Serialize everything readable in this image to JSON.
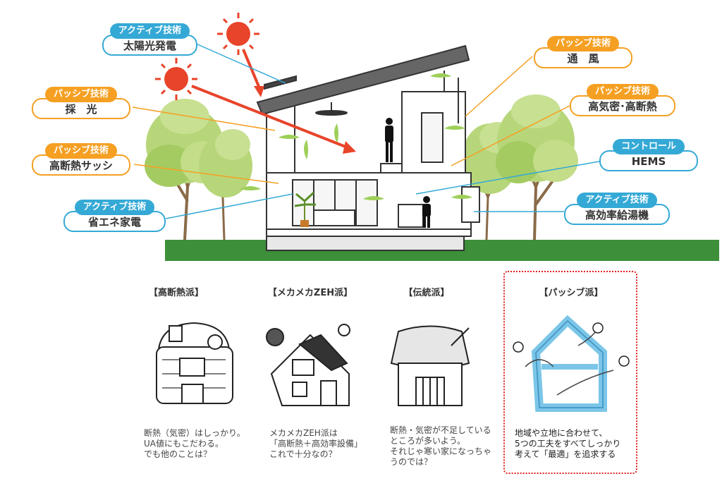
{
  "labels": {
    "solar": {
      "tag": "アクティブ技術",
      "name": "太陽光発電"
    },
    "daylight": {
      "tag": "パッシブ技術",
      "name": "採　光"
    },
    "sash": {
      "tag": "パッシブ技術",
      "name": "高断熱サッシ"
    },
    "appliance": {
      "tag": "アクティブ技術",
      "name": "省エネ家電"
    },
    "ventilation": {
      "tag": "パッシブ技術",
      "name": "通　風"
    },
    "airtight": {
      "tag": "パッシブ技術",
      "name": "高気密･高断熱"
    },
    "hems": {
      "tag": "コントロール",
      "name": "HEMS"
    },
    "water_heater": {
      "tag": "アクティブ技術",
      "name": "高効率給湯機"
    }
  },
  "categories": [
    {
      "title": "【高断熱派】",
      "desc": "断熱（気密）はしっかり。\nUA値にもこだわる。\nでも他のことは？"
    },
    {
      "title": "【メカメカZEH派】",
      "desc": "メカメカZEH派は\n「高断熱＋高効率設備」\nこれで十分なの？"
    },
    {
      "title": "【伝統派】",
      "desc": "断熱・気密が不足している\nところが多いよう。\nそれじゃ寒い家になっちゃ\nうのでは？"
    },
    {
      "title": "【パッシブ派】",
      "desc": "地域や立地に合わせて、\n5つの工夫をすべてしっかり\n考えて「最適」を追求する"
    }
  ],
  "colors": {
    "active": "#35a9d6",
    "passive": "#f5a023",
    "sun": "#e8442a",
    "grass": "#3d8f3a",
    "highlight": "#e02020"
  },
  "icons": [
    "sun-icon",
    "tree-icon",
    "house-icon",
    "wind-icon",
    "person-icon"
  ]
}
